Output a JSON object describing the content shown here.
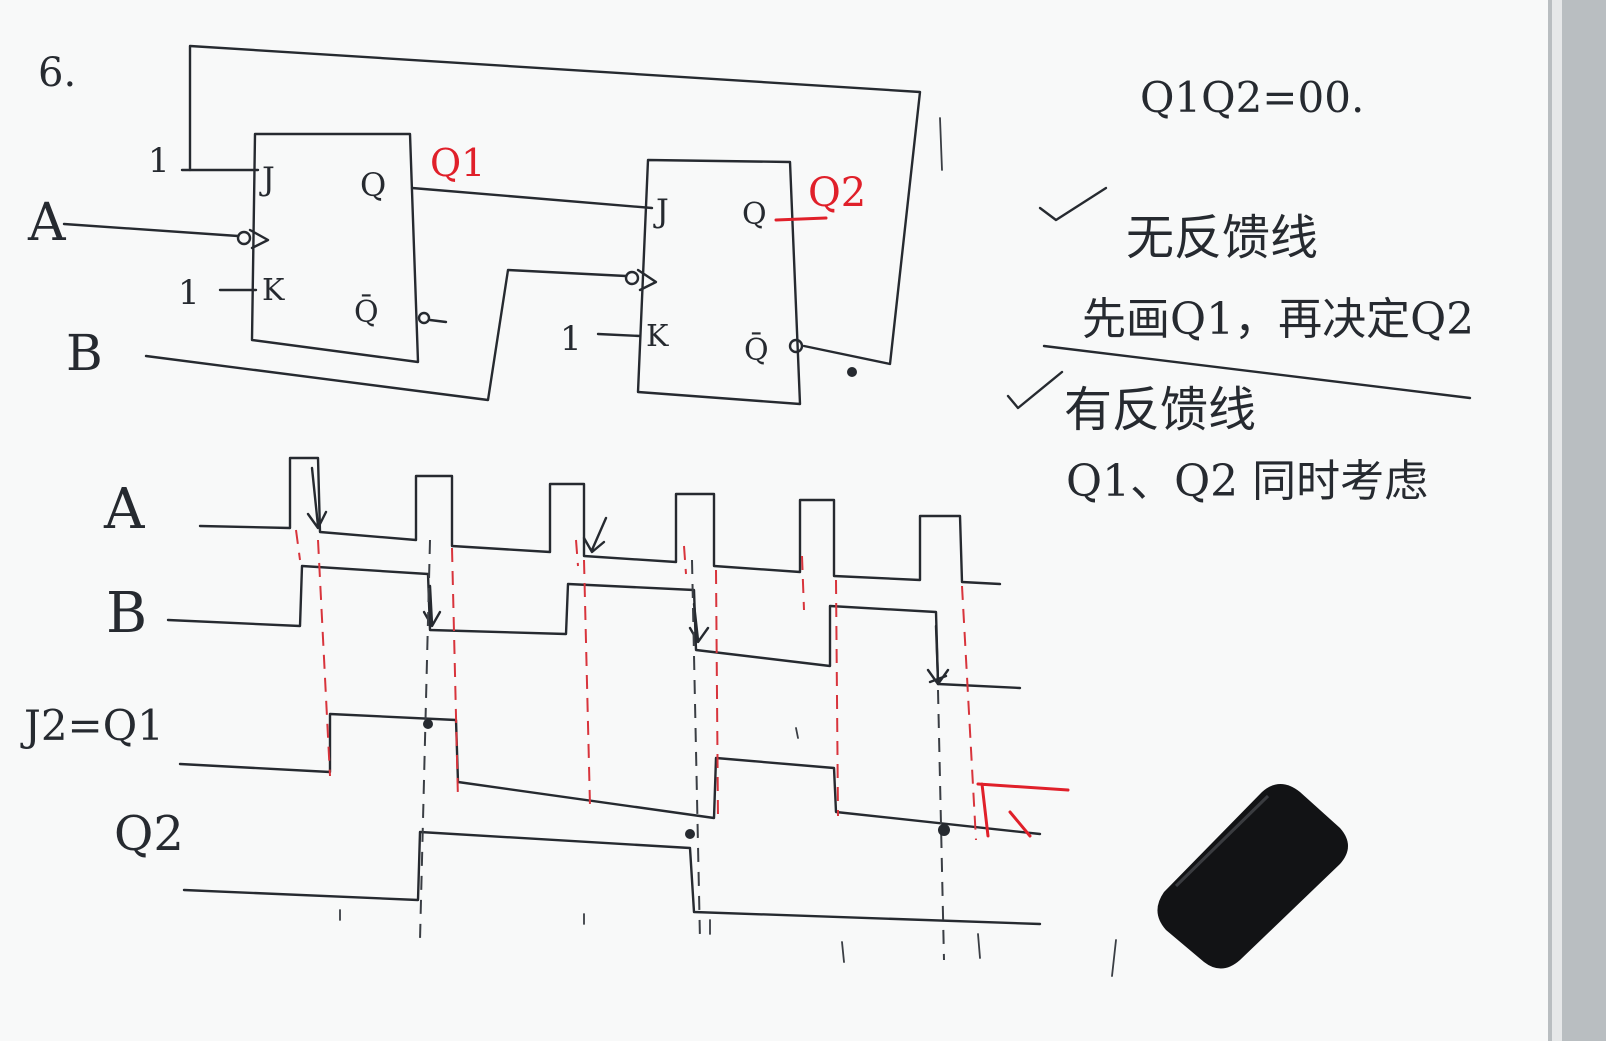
{
  "problem_number": "6.",
  "circuit": {
    "input_a": "A",
    "input_b": "B",
    "ff1": {
      "j": "J",
      "k": "K",
      "q": "Q",
      "qbar": "Q̄",
      "output_label": "Q1",
      "j_const": "1",
      "k_const": "1"
    },
    "ff2": {
      "j": "J",
      "k": "K",
      "q": "Q",
      "qbar": "Q̄",
      "output_label": "Q2",
      "k_const": "1"
    }
  },
  "notes": {
    "initial_state": "Q1Q2=00.",
    "line1": "无反馈线",
    "line2": "先画Q1，再决定Q2",
    "line3": "有反馈线",
    "line4": "Q1、Q2 同时考虑"
  },
  "timing": {
    "label_a": "A",
    "label_b": "B",
    "label_j2": "J2=Q1",
    "label_q2": "Q2"
  },
  "colors": {
    "ink": "#262a30",
    "marker_red": "#e0202a",
    "board": "#fbfbfb",
    "eraser": "#111214"
  }
}
